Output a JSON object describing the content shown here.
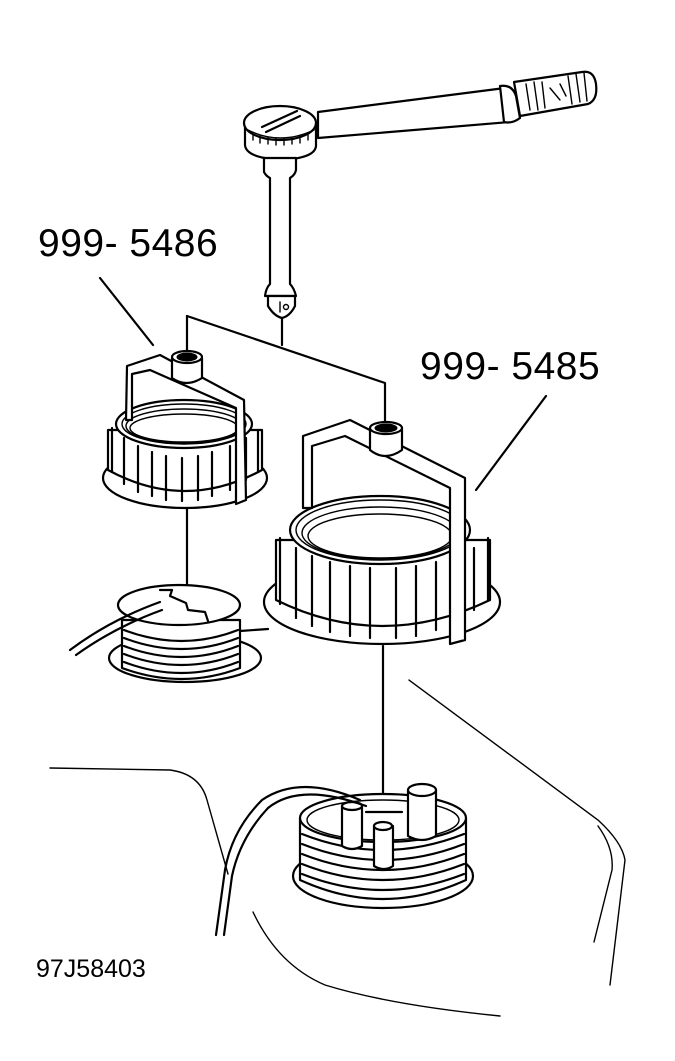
{
  "figure": {
    "id_label": "97J58403",
    "tools": [
      {
        "part_number": "999- 5486",
        "description": "small lock ring wrench"
      },
      {
        "part_number": "999- 5485",
        "description": "large lock ring wrench"
      }
    ],
    "components": {
      "ratchet": "ratchet-with-extension",
      "small_sender": "fuel-level-sender",
      "large_sender": "fuel-pump-module",
      "tank": "fuel-tank"
    },
    "colors": {
      "ink": "#000000",
      "paper": "#ffffff"
    }
  }
}
